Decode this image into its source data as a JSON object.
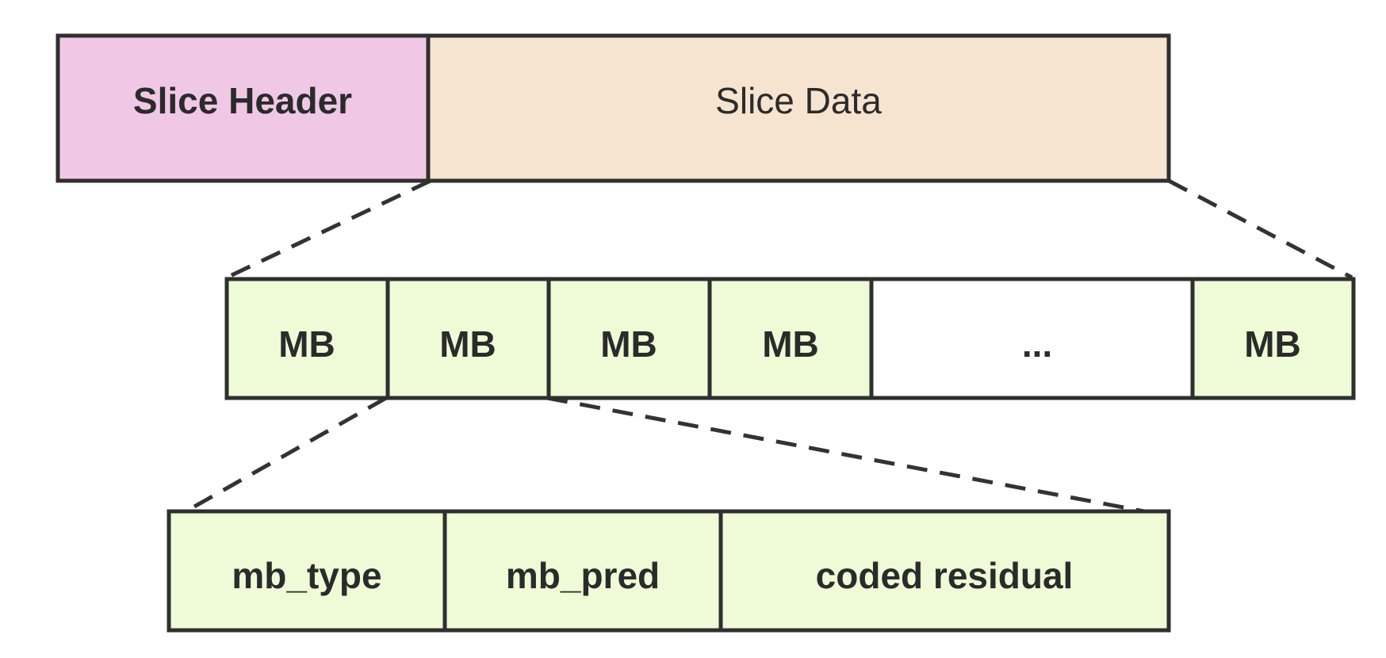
{
  "colors": {
    "header_fill": "#f0c8e6",
    "data_fill": "#f6e4d0",
    "mb_fill": "#eefbd6",
    "ellipsis_fill": "#ffffff",
    "field_fill": "#eefbd6",
    "stroke": "#2f2f2f",
    "text": "#2b2b2b"
  },
  "slice": {
    "header_label": "Slice Header",
    "data_label": "Slice Data"
  },
  "macroblocks": {
    "cells": [
      "MB",
      "MB",
      "MB",
      "MB",
      "...",
      "MB"
    ]
  },
  "macroblock_fields": {
    "cells": [
      "mb_type",
      "mb_pred",
      "coded residual"
    ]
  }
}
